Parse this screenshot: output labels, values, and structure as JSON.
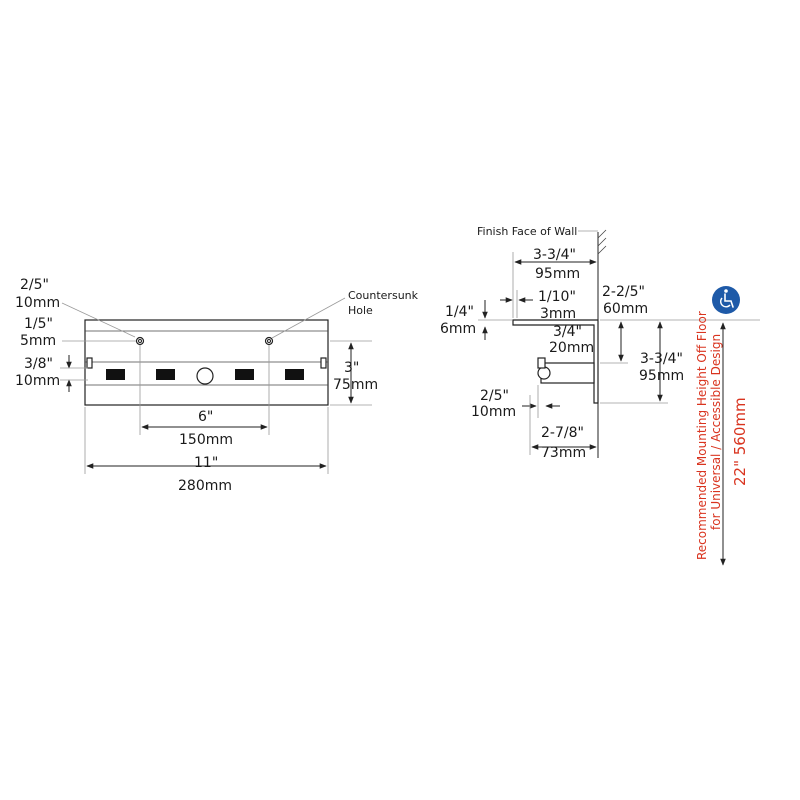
{
  "front_view": {
    "hole_offset_in": "2/5\"",
    "hole_offset_mm": "10mm",
    "edge_offset_in": "1/5\"",
    "edge_offset_mm": "5mm",
    "rod_offset_in": "3/8\"",
    "rod_offset_mm": "10mm",
    "height_in": "3\"",
    "height_mm": "75mm",
    "hole_spacing_in": "6\"",
    "hole_spacing_mm": "150mm",
    "width_in": "11\"",
    "width_mm": "280mm",
    "countersunk_label_line1": "Countersunk",
    "countersunk_label_line2": "Hole"
  },
  "side_view": {
    "wall_label": "Finish Face of Wall",
    "depth_in": "3-3/4\"",
    "depth_mm": "95mm",
    "thickness_in": "1/10\"",
    "thickness_mm": "3mm",
    "flange_in": "1/4\"",
    "flange_mm": "6mm",
    "top_offset_in": "2-2/5\"",
    "top_offset_mm": "60mm",
    "rod_drop_in": "3/4\"",
    "rod_drop_mm": "20mm",
    "height_in": "3-3/4\"",
    "height_mm": "95mm",
    "rod_dia_in": "2/5\"",
    "rod_dia_mm": "10mm",
    "rod_depth_in": "2-7/8\"",
    "rod_depth_mm": "73mm"
  },
  "mounting": {
    "label_line1": "Recommended Mounting Height Off Floor",
    "label_line2": "for Universal / Accessible Design",
    "height": "22\" 560mm",
    "accessibility_icon": "wheelchair-icon",
    "accent_color": "#d9341f",
    "badge_color": "#1e5aa8"
  }
}
